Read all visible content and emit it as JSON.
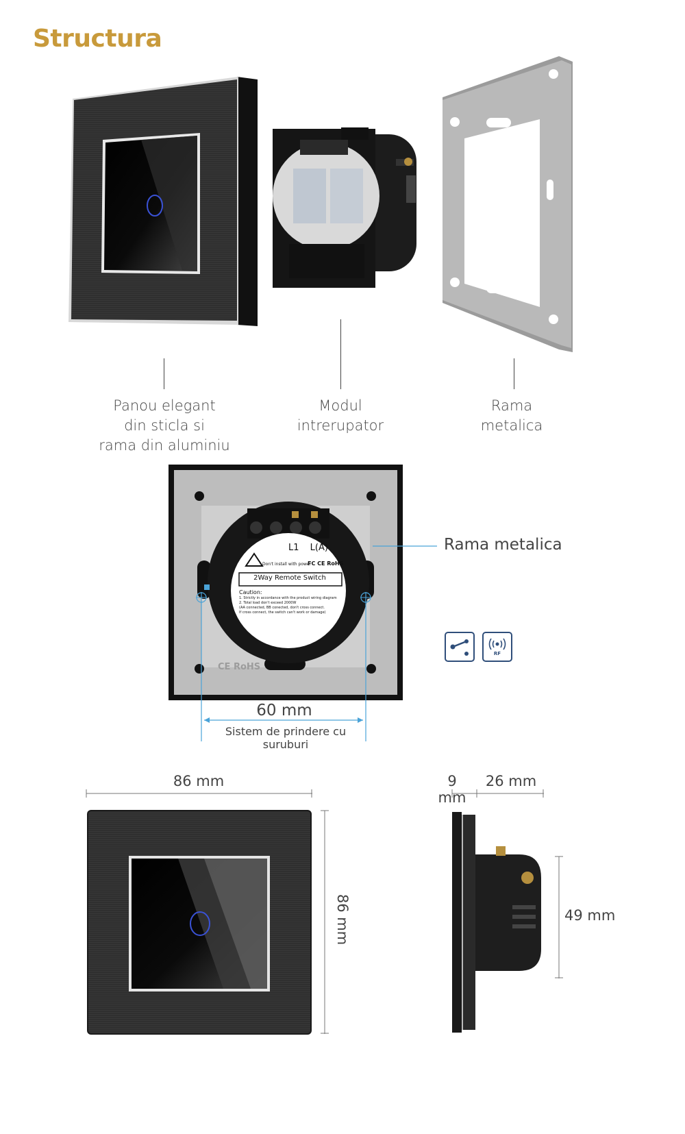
{
  "title": "Structura",
  "labels": {
    "panel": [
      "Panou elegant",
      "din sticla si",
      "rama din aluminiu"
    ],
    "module": [
      "Modul",
      "intrerupator"
    ],
    "frame": [
      "Rama",
      "metalica"
    ],
    "frame_callout": "Rama metalica"
  },
  "module_sticker": {
    "terminals": [
      "L1",
      "L(A)"
    ],
    "warning": "Don't install with power",
    "certs": "FC CE RoHS",
    "product": "2Way Remote Switch",
    "caution_title": "Caution:",
    "caution_lines": [
      "1. Strictly in accordance with the product wiring diagram",
      "2. Total load don't exceed 2000W",
      "(AA connected, BB conected, don't cross connect.",
      "If cross connect, the switch can't work or damage)"
    ],
    "frame_marking": "CE RoHS"
  },
  "mounting": {
    "distance": "60 mm",
    "caption": "Sistem de prindere cu suruburi"
  },
  "icons": [
    {
      "name": "two-way-switch-icon",
      "label": ""
    },
    {
      "name": "rf-remote-icon",
      "label": "RF"
    }
  ],
  "dimensions": {
    "width": "86 mm",
    "height": "86 mm",
    "panel_depth": "9 mm",
    "module_depth": "26 mm",
    "module_height": "49 mm"
  },
  "colors": {
    "title": "#c89a3b",
    "accent_line": "#4aa3d8",
    "panel_dark": "#2b2b2b",
    "glass": "#050505",
    "led": "#3a52d6",
    "frame_gray": "#b9b9b9"
  }
}
